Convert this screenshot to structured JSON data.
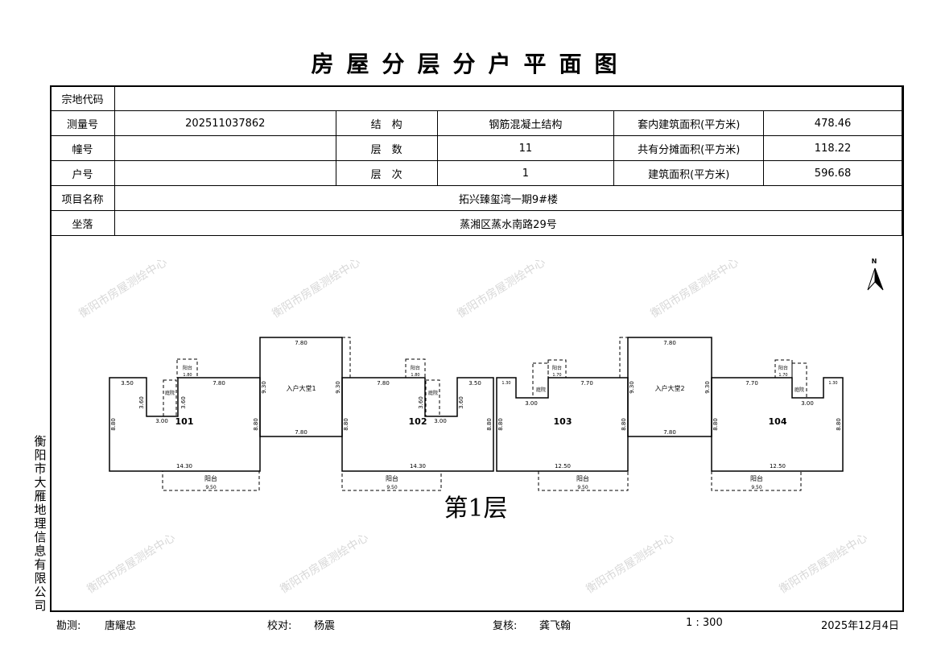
{
  "title": "房屋分层分户平面图",
  "watermark": "衡阳市房屋测绘中心",
  "company": "衡阳市大雁地理信息有限公司",
  "info": {
    "parcel_code_label": "宗地代码",
    "parcel_code": "",
    "survey_no_label": "测量号",
    "survey_no": "202511037862",
    "structure_label": "结　构",
    "structure": "钢筋混凝土结构",
    "inner_area_label": "套内建筑面积(平方米)",
    "inner_area": "478.46",
    "building_no_label": "幢号",
    "building_no": "",
    "floors_label": "层　数",
    "floors": "11",
    "shared_area_label": "共有分摊面积(平方米)",
    "shared_area": "118.22",
    "unit_no_label": "户号",
    "unit_no": "",
    "floor_label": "层　次",
    "floor": "1",
    "total_area_label": "建筑面积(平方米)",
    "total_area": "596.68",
    "project_label": "项目名称",
    "project": "拓兴臻玺湾一期9#楼",
    "location_label": "坐落",
    "location": "蒸湘区蒸水南路29号"
  },
  "plan": {
    "north": "N",
    "floor_caption": "第1层",
    "units": [
      "101",
      "102",
      "103",
      "104"
    ],
    "lobbies": [
      "入户大堂1",
      "入户大堂2"
    ],
    "balcony": "阳台",
    "courtyard": "庭院",
    "dims": {
      "w1430": "14.30",
      "w1250": "12.50",
      "w780": "7.80",
      "w770": "7.70",
      "w350": "3.50",
      "w300": "3.00",
      "h360": "3.60",
      "h880": "8.80",
      "h930": "9.30",
      "w180": "1.80",
      "w170": "1.70",
      "w130": "1.30",
      "h180": "1.80",
      "w950": "9.50"
    }
  },
  "footer": {
    "surveyor_label": "勘测:",
    "surveyor": "唐耀忠",
    "checker_label": "校对:",
    "checker": "杨震",
    "reviewer_label": "复核:",
    "reviewer": "龚飞翰",
    "scale": "1 : 300",
    "date": "2025年12月4日"
  }
}
